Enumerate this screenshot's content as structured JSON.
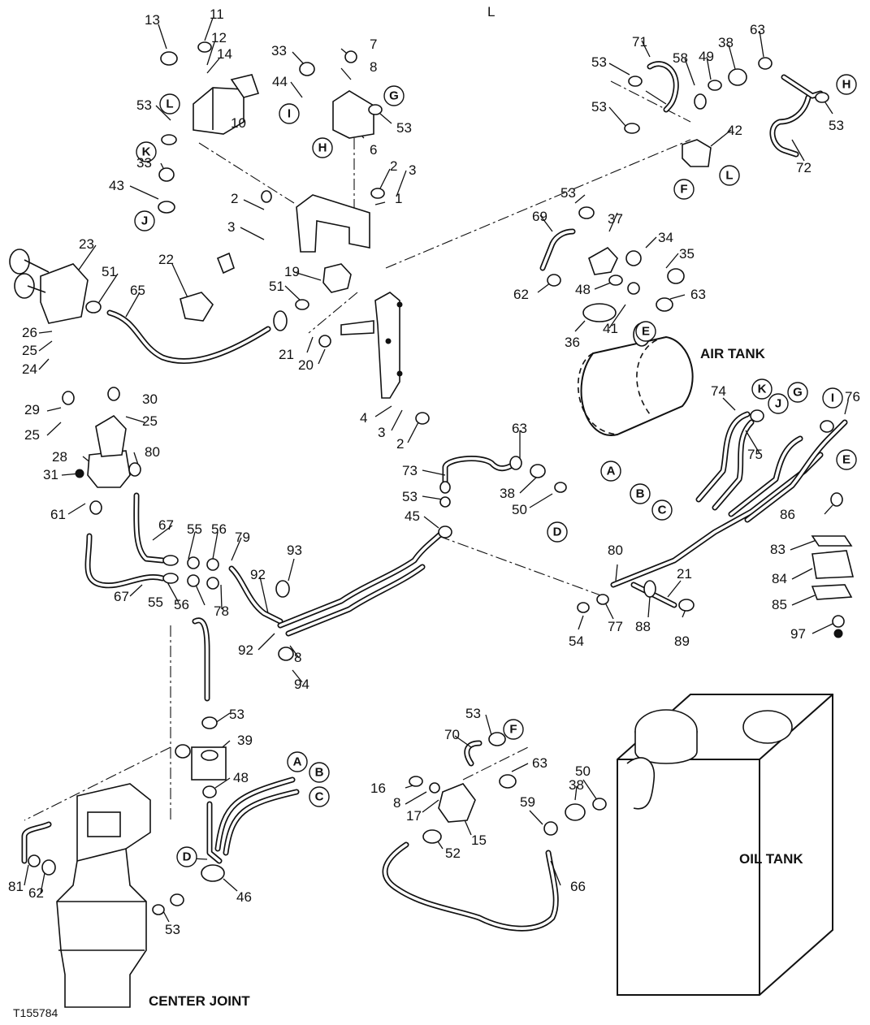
{
  "figure_id": "T155784",
  "component_labels": {
    "air_tank": "AIR TANK",
    "oil_tank": "OIL TANK",
    "center_joint": "CENTER JOINT"
  },
  "callouts": [
    "A",
    "B",
    "C",
    "D",
    "E",
    "F",
    "G",
    "H",
    "I",
    "J",
    "K",
    "L"
  ],
  "part_numbers": [
    "13",
    "11",
    "12",
    "14",
    "33",
    "44",
    "7",
    "8",
    "53",
    "L",
    "10",
    "53",
    "6",
    "43",
    "33",
    "2",
    "3",
    "1",
    "2",
    "3",
    "23",
    "22",
    "51",
    "19",
    "51",
    "65",
    "26",
    "25",
    "24",
    "21",
    "20",
    "4",
    "3",
    "2",
    "29",
    "30",
    "25",
    "25",
    "28",
    "80",
    "31",
    "61",
    "67",
    "55",
    "56",
    "79",
    "93",
    "67",
    "55",
    "56",
    "78",
    "92",
    "92",
    "8",
    "94",
    "73",
    "63",
    "38",
    "50",
    "53",
    "45",
    "80",
    "21",
    "86",
    "83",
    "84",
    "85",
    "97",
    "54",
    "77",
    "88",
    "89",
    "71",
    "53",
    "58",
    "49",
    "38",
    "63",
    "53",
    "53",
    "72",
    "42",
    "69",
    "37",
    "53",
    "34",
    "35",
    "62",
    "48",
    "63",
    "36",
    "41",
    "74",
    "75",
    "76",
    "53",
    "39",
    "48",
    "46",
    "81",
    "62",
    "53",
    "53",
    "70",
    "63",
    "16",
    "8",
    "17",
    "15",
    "52",
    "59",
    "38",
    "50",
    "66"
  ]
}
